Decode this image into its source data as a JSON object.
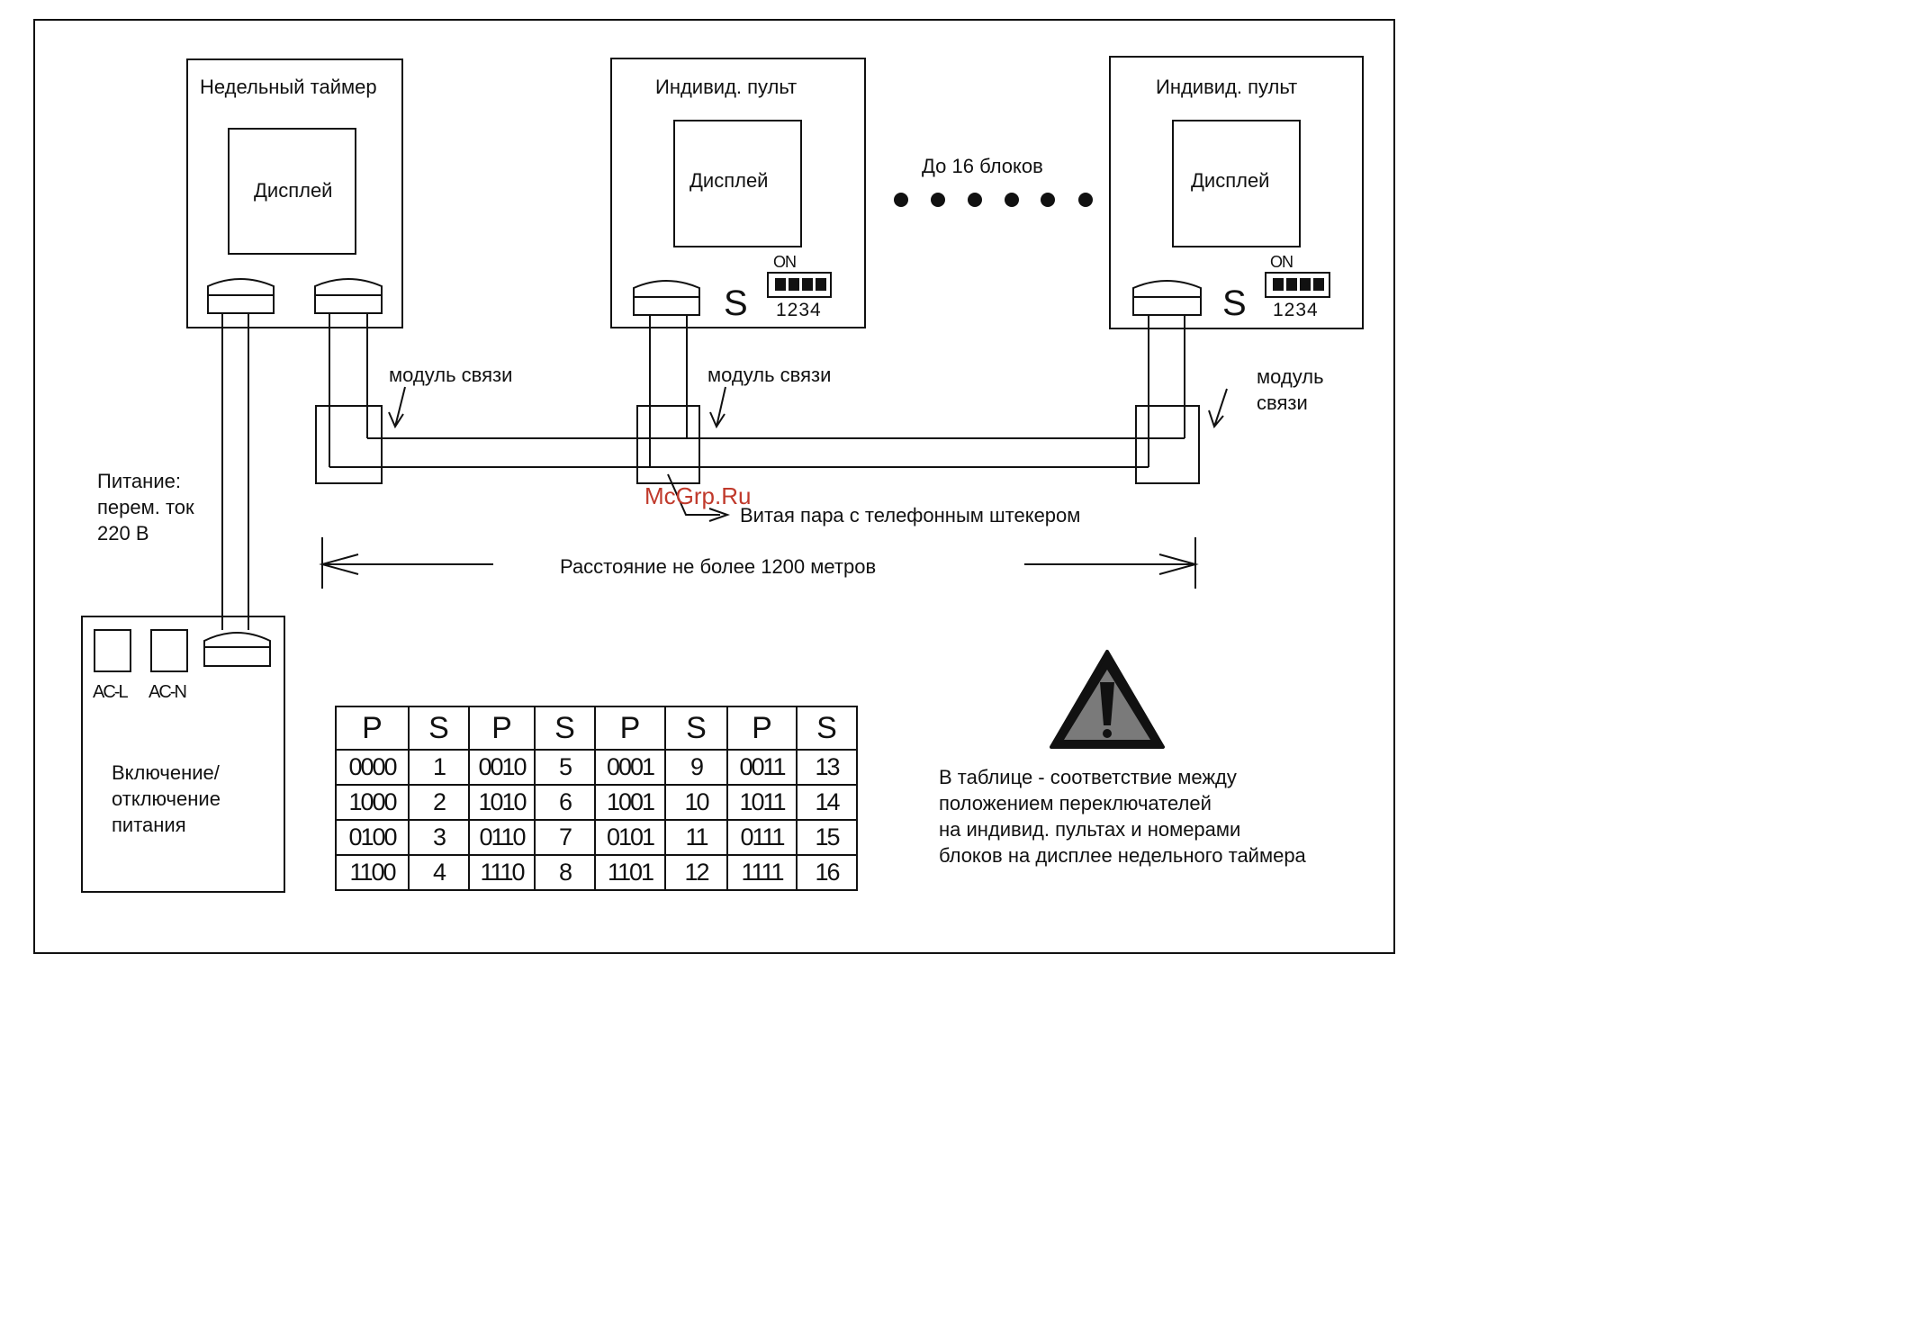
{
  "timer": {
    "title": "Недельный таймер",
    "display": "Дисплей"
  },
  "remote_left": {
    "title": "Индивид. пульт",
    "display": "Дисплей",
    "s": "S",
    "on": "ON",
    "dip": "1234"
  },
  "remote_right": {
    "title": "Индивид. пульт",
    "display": "Дисплей",
    "s": "S",
    "on": "ON",
    "dip": "1234"
  },
  "up_to": "До 16 блоков",
  "module_labels": [
    "модуль связи",
    "модуль связи",
    "модуль\nсвязи"
  ],
  "power_note": "Питание:\nперем. ток\n220 В",
  "twisted_pair": "Витая пара с телефонным штекером",
  "distance": "Расстояние не более 1200 метров",
  "watermark": "McGrp.Ru",
  "power_box": {
    "ac_l": "AC-L",
    "ac_n": "AC-N",
    "label": "Включение/\nотключение\nпитания"
  },
  "note": "В таблице - соответствие между\nположением переключателей\nна индивид. пультах и номерами\nблоков на дисплее недельного таймера",
  "table": {
    "headers": [
      "P",
      "S",
      "P",
      "S",
      "P",
      "S",
      "P",
      "S"
    ],
    "rows": [
      [
        "0000",
        "1",
        "0010",
        "5",
        "0001",
        "9",
        "0011",
        "13"
      ],
      [
        "1000",
        "2",
        "1010",
        "6",
        "1001",
        "10",
        "1011",
        "14"
      ],
      [
        "0100",
        "3",
        "0110",
        "7",
        "0101",
        "11",
        "0111",
        "15"
      ],
      [
        "1100",
        "4",
        "1110",
        "8",
        "1101",
        "12",
        "1111",
        "16"
      ]
    ]
  },
  "warning_icon": "warning-triangle-icon"
}
